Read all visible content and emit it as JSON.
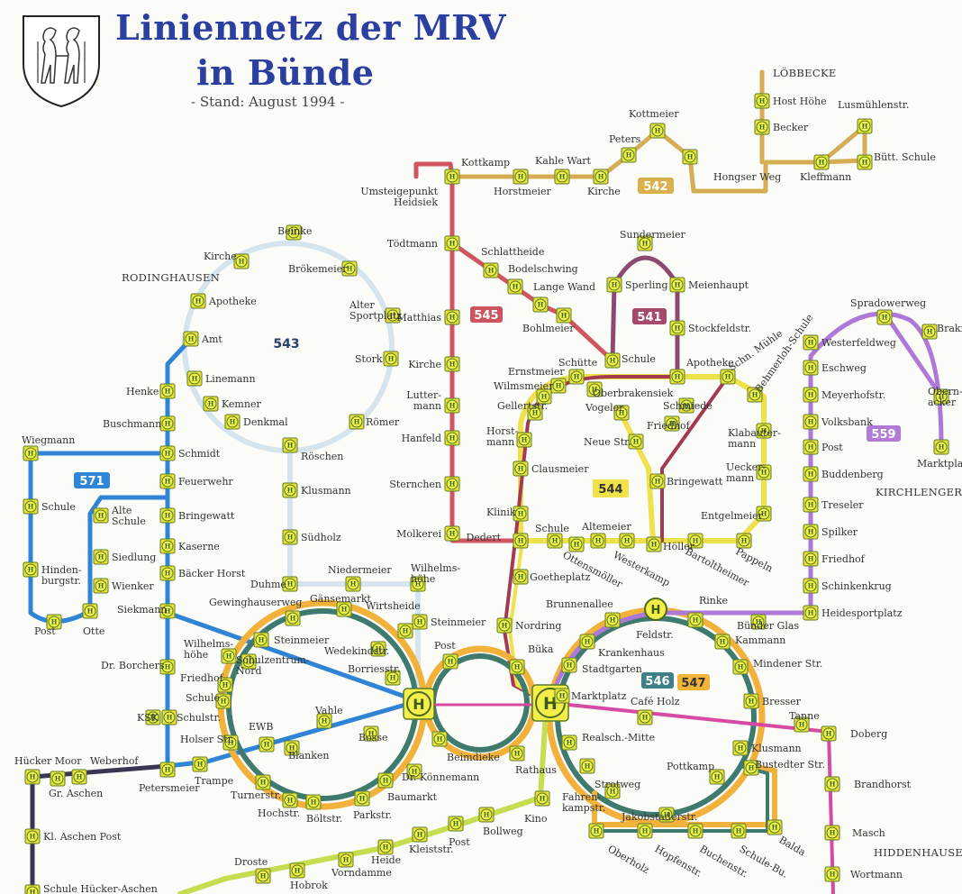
{
  "title": {
    "line1": "Liniennetz der MRV",
    "line2": "in Bünde",
    "subtitle": "- Stand: August 1994 -"
  },
  "icons": {
    "crest": "coat-of-arms-icon",
    "stop": "bus-stop-H-icon",
    "hub": "main-hub-H-icon",
    "hub_glyph": "H",
    "stop_glyph": "H"
  },
  "colors": {
    "line_541": "#8a4a6e",
    "line_542": "#c9a24a",
    "line_543": "#d9e6ee",
    "line_544": "#efe24a",
    "line_545": "#d0545f",
    "line_546": "#3a7a6e",
    "line_547": "#f1b13a",
    "line_559": "#a77ad6",
    "line_571": "#2f7fd3",
    "line_green": "#c7dd55",
    "line_magenta": "#d04a9e",
    "line_dark": "#3a3550",
    "stop_fill": "#f4f04a"
  },
  "lines": [
    {
      "id": "541",
      "label": "541",
      "color": "#a84a6a"
    },
    {
      "id": "542",
      "label": "542",
      "color": "#d9b44a"
    },
    {
      "id": "543",
      "label": "543",
      "color": "#dde8f0"
    },
    {
      "id": "544",
      "label": "544",
      "color": "#f0e24a"
    },
    {
      "id": "545",
      "label": "545",
      "color": "#c04a5a"
    },
    {
      "id": "546",
      "label": "546",
      "color": "#3f7f86"
    },
    {
      "id": "547",
      "label": "547",
      "color": "#f0b43a"
    },
    {
      "id": "559",
      "label": "559",
      "color": "#b07ad6"
    },
    {
      "id": "571",
      "label": "571",
      "color": "#2f86d8"
    }
  ],
  "areas": {
    "rodinghausen": "RODINGHAUSEN",
    "kirchlengern": "KIRCHLENGERN",
    "hiddenhausen": "HIDDENHAUSEN",
    "lobbecke": "LÖBBECKE"
  },
  "stops": {
    "kottkamp": "Kottkamp",
    "kahle_wart": "Kahle Wart",
    "peters": "Peters",
    "kottmeier": "Kottmeier",
    "horstmeier": "Horstmeier",
    "kirche_542": "Kirche",
    "hongser_weg": "Hongser Weg",
    "kleffmann": "Kleffmann",
    "butt_schule": "Bütt. Schule",
    "lusmuhlenstr": "Lusmühlenstr.",
    "host_hohe": "Host Höhe",
    "becker": "Becker",
    "umsteigepunkt": "Umsteigepunkt Heidsiek",
    "todtmann": "Tödtmann",
    "matthias": "Matthias",
    "kirche_545": "Kirche",
    "luttermann": "Lutter- mann",
    "hanfeld": "Hanfeld",
    "sternchen": "Sternchen",
    "molkerei": "Molkerei",
    "dedert": "Dedert",
    "schlattheide": "Schlattheide",
    "bodelschwing": "Bodelschwing",
    "lange_wand": "Lange Wand",
    "bohlmeier": "Bohlmeier",
    "sundermeier": "Sundermeier",
    "sperling": "Sperling",
    "meienhaupt": "Meienhaupt",
    "stockfeldstr": "Stockfeldstr.",
    "schule_541": "Schule",
    "apotheke_541": "Apotheke",
    "schn_muhle": "Schn. Mühle",
    "behmerloh": "Behmerloh-Schule",
    "schutte": "Schütte",
    "ernstmeier": "Ernstmeier",
    "wilmsmeier": "Wilmsmeier",
    "oberbrakensiek": "Oberbrakensiek",
    "gellertstr": "Gellertstr.",
    "vogeler": "Vogeler",
    "schmiede": "Schmiede",
    "friedhof_544": "Friedhof",
    "horstmann": "Horst- mann",
    "neue_str": "Neue Str.",
    "klabautermann": "Klabauter- mann",
    "clausmeier": "Clausmeier",
    "bringewatt_544": "Bringewatt",
    "ueckermann": "Uecker- mann",
    "klinik": "Klinik",
    "entgelmeier": "Entgelmeier",
    "schule_544": "Schule",
    "altemeier": "Altemeier",
    "ottensmoller": "Ottensmöller",
    "westerkamp": "Westerkamp",
    "holler": "Höller",
    "bartoltheimer": "Bartoltheimer",
    "pappeln": "Pappeln",
    "goetheplatz": "Goetheplatz",
    "nordring": "Nordring",
    "buka": "Büka",
    "beinke": "Beinke",
    "kirche_543": "Kirche",
    "brokemeier": "Brökemeier",
    "apotheke_543": "Apotheke",
    "alter_sportplatz": "Alter Sportplatz",
    "stork": "Stork",
    "amt": "Amt",
    "linemann": "Linemann",
    "kemner": "Kemner",
    "denkmal": "Denkmal",
    "romer": "Römer",
    "roschen": "Röschen",
    "klusmann_543": "Klusmann",
    "sudholz": "Südholz",
    "henke": "Henke",
    "buschmann": "Buschmann",
    "schmidt": "Schmidt",
    "feuerwehr": "Feuerwehr",
    "wiegmann": "Wiegmann",
    "schule_571": "Schule",
    "alte_schule": "Alte Schule",
    "bringewatt_571": "Bringewatt",
    "siedlung": "Siedlung",
    "kaserne": "Kaserne",
    "hindenburgstr": "Hinden- burgstr.",
    "wienker": "Wienker",
    "backer_horst": "Bäcker Horst",
    "siekmann": "Siekmann",
    "post_571": "Post",
    "otte": "Otte",
    "duhme": "Duhme",
    "niedermeier": "Niedermeier",
    "wilhelmshohe_n": "Wilhelms- höhe",
    "steinmeier_n": "Steinmeier",
    "gewinghauserweg": "Gewinghauserweg",
    "gansemarkt": "Gänsemarkt",
    "wirtsheide": "Wirtsheide",
    "steinmeier_w": "Steinmeier",
    "wedekindstr": "Wedekindstr.",
    "post_w": "Post",
    "wilhelmshohe_w": "Wilhelms- höhe",
    "schulzentrum": "Schulzentrum- Nord",
    "borriesstr": "Borriesstr.",
    "dr_borchers": "Dr. Borchers",
    "friedhof_w": "Friedhof",
    "schule_w": "Schule",
    "ksk": "KSK",
    "schulstr": "Schulstr.",
    "vahle": "Vahle",
    "ewb": "EWB",
    "holser_str": "Holser Str.",
    "blanken": "Blanken",
    "bosse": "Bosse",
    "beimdieke": "Beimdieke",
    "rathaus": "Rathaus",
    "dr_konnemann": "Dr. Könnemann",
    "trampe": "Trampe",
    "turnerstr": "Turnerstr.",
    "hochstr": "Hochstr.",
    "boltstr": "Böltstr.",
    "parkstr": "Parkstr.",
    "baumarkt": "Baumarkt",
    "hucker_moor": "Hücker Moor",
    "weberhof": "Weberhof",
    "gr_aschen": "Gr. Aschen",
    "petersmeier": "Petersmeier",
    "kl_aschen_post": "Kl. Aschen Post",
    "brunnenallee": "Brunnenallee",
    "rinke": "Rinke",
    "feldstr": "Feldstr.",
    "bunder_glas": "Bünder Glas",
    "kammann": "Kammann",
    "krankenhaus": "Krankenhaus",
    "stadtgarten": "Stadtgarten",
    "mindener_str": "Mindener Str.",
    "marktplatz_546": "Marktplatz",
    "cafe_holz": "Café Holz",
    "bresser": "Bresser",
    "tanne": "Tanne",
    "realsch_mitte": "Realsch.-Mitte",
    "doberg": "Doberg",
    "klusmann_546": "Klusmann",
    "strotweg": "Strotweg",
    "pottkamp": "Pottkamp",
    "bustedter_str": "Bustedter Str.",
    "brandhorst": "Brandhorst",
    "fahrenkampstr": "Fahren- kampstr.",
    "jakobstaderstr": "Jakobstaderstr.",
    "masch": "Masch",
    "wortmann": "Wortmann",
    "oberholz": "Oberholz",
    "hopfenstr": "Hopfenstr.",
    "buchenstr": "Buchenstr.",
    "schule_bu": "Schule-Bu.",
    "balda": "Balda",
    "kino": "Kino",
    "post_sw": "Post",
    "bollweg": "Bollweg",
    "kleiststr": "Kleiststr.",
    "droste": "Droste",
    "heide": "Heide",
    "hobrok": "Hobrok",
    "vorndamme": "Vorndamme",
    "spradowerweg": "Spradowerweg",
    "brakmann": "Brakma",
    "westerfeldweg": "Westerfeldweg",
    "eschweg": "Eschweg",
    "meyerhofstr": "Meyerhofstr.",
    "obernacker": "Obern- acker",
    "volksbank": "Volksbank",
    "post_559": "Post",
    "marktplatz_559": "Marktplatz",
    "buddenberg": "Buddenberg",
    "treseler": "Treseler",
    "spilker": "Spilker",
    "friedhof_559": "Friedhof",
    "schinkenkrug": "Schinkenkrug",
    "heidesportplatz": "Heidesportplatz",
    "schule_hucker": "Schule Hücker-Aschen"
  }
}
